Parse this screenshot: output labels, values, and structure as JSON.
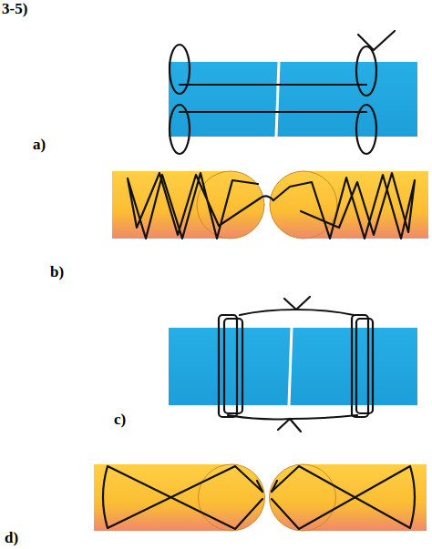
{
  "diagram": {
    "labels": [
      "3-5)",
      "a)",
      "b)",
      "c)",
      "d)"
    ]
  }
}
